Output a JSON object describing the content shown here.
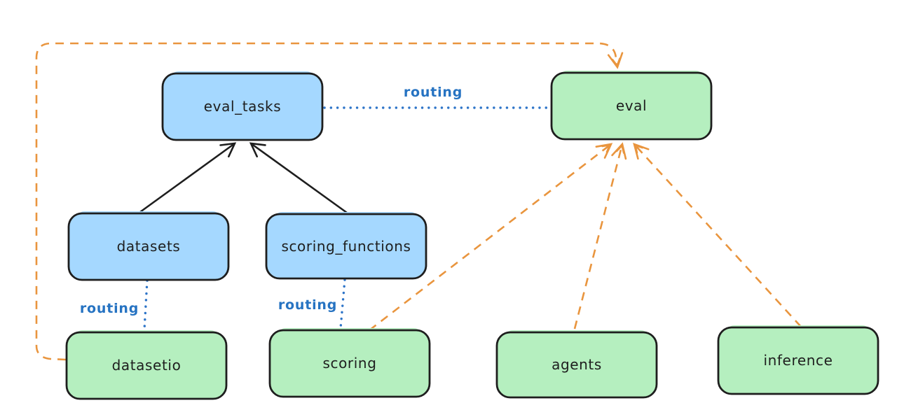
{
  "diagram": {
    "type": "architecture-diagram",
    "background": "#ffffff",
    "colors": {
      "box_stroke": "#1e1e1e",
      "blue_box_fill": "#a5d8ff",
      "green_box_fill": "#b5efbf",
      "routing_blue": "#2d74c8",
      "dashed_orange": "#e9953e",
      "solid_arrow_black": "#1e1e1e",
      "label_text": "#1e1e1e"
    },
    "nodes": [
      {
        "id": "eval_tasks",
        "label": "eval_tasks",
        "kind": "resource",
        "color": "blue"
      },
      {
        "id": "eval",
        "label": "eval",
        "kind": "api",
        "color": "green"
      },
      {
        "id": "datasets",
        "label": "datasets",
        "kind": "resource",
        "color": "blue"
      },
      {
        "id": "scoring_functions",
        "label": "scoring_functions",
        "kind": "resource",
        "color": "blue"
      },
      {
        "id": "datasetio",
        "label": "datasetio",
        "kind": "api",
        "color": "green"
      },
      {
        "id": "scoring",
        "label": "scoring",
        "kind": "api",
        "color": "green"
      },
      {
        "id": "agents",
        "label": "agents",
        "kind": "api",
        "color": "green"
      },
      {
        "id": "inference",
        "label": "inference",
        "kind": "api",
        "color": "green"
      }
    ],
    "edges": [
      {
        "from": "datasets",
        "to": "eval_tasks",
        "style": "solid-arrow",
        "label": ""
      },
      {
        "from": "scoring_functions",
        "to": "eval_tasks",
        "style": "solid-arrow",
        "label": ""
      },
      {
        "from": "eval_tasks",
        "to": "eval",
        "style": "dotted",
        "label": "routing"
      },
      {
        "from": "datasets",
        "to": "datasetio",
        "style": "dotted",
        "label": "routing"
      },
      {
        "from": "scoring_functions",
        "to": "scoring",
        "style": "dotted",
        "label": "routing"
      },
      {
        "from": "datasetio",
        "to": "eval",
        "style": "dashed-arrow",
        "label": ""
      },
      {
        "from": "scoring",
        "to": "eval",
        "style": "dashed-arrow",
        "label": ""
      },
      {
        "from": "agents",
        "to": "eval",
        "style": "dashed-arrow",
        "label": ""
      },
      {
        "from": "inference",
        "to": "eval",
        "style": "dashed-arrow",
        "label": ""
      }
    ]
  }
}
